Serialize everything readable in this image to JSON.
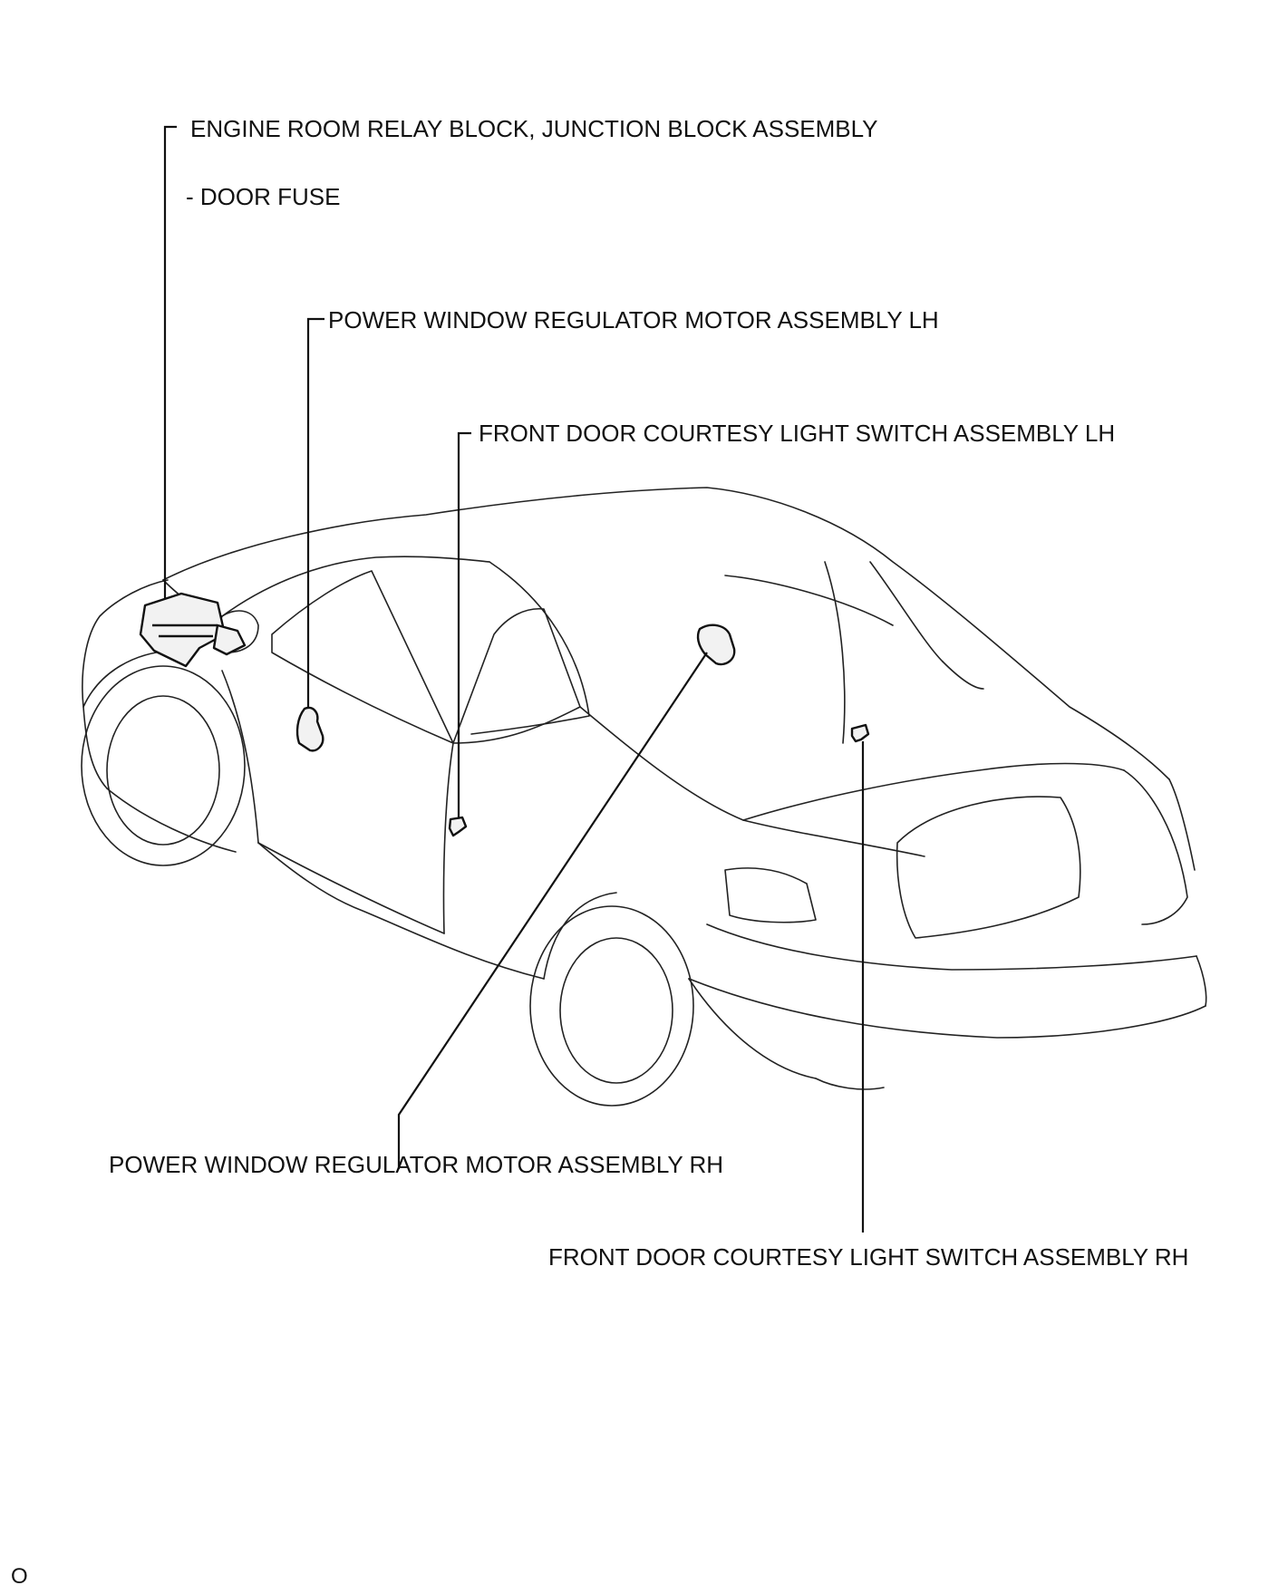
{
  "labels": {
    "engine_room": "ENGINE ROOM RELAY BLOCK, JUNCTION BLOCK ASSEMBLY",
    "door_fuse": "- DOOR FUSE",
    "pw_motor_lh": "POWER WINDOW REGULATOR MOTOR ASSEMBLY LH",
    "courtesy_lh": "FRONT DOOR COURTESY LIGHT SWITCH ASSEMBLY LH",
    "pw_motor_rh": "POWER WINDOW REGULATOR MOTOR ASSEMBLY RH",
    "courtesy_rh": "FRONT DOOR COURTESY LIGHT SWITCH ASSEMBLY RH"
  },
  "corner_mark": "O"
}
